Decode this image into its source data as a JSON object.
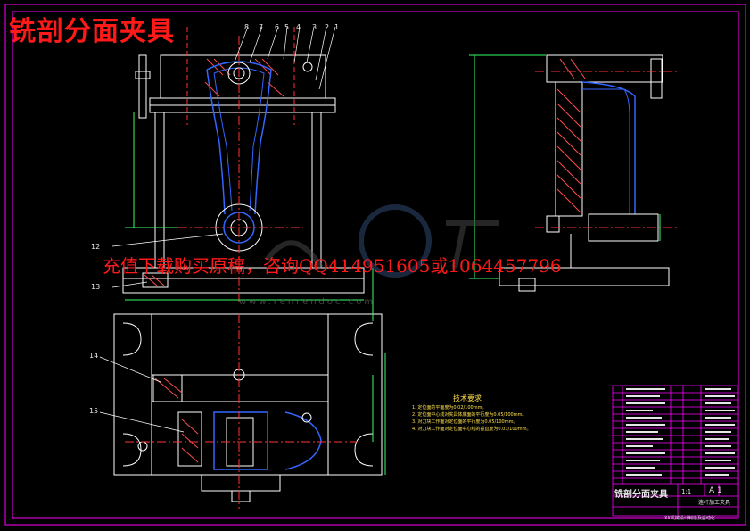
{
  "drawing": {
    "title": "铣剖分面夹具",
    "ad_text": "充值下载购买原稿，咨询QQ414951605或1064457796",
    "watermark": "www.renrendoc.com",
    "balloons_top": [
      "8",
      "7",
      "6",
      "5",
      "4",
      "3",
      "2",
      "1"
    ],
    "balloons_side": [
      "12",
      "13",
      "14",
      "15"
    ],
    "notes_title": "技术要求",
    "notes": [
      "1. 定位面的平面度为0.02/100mm。",
      "2. 定位面中心线对夹具体底面的平行度为0.05/100mm。",
      "3. 对刀块工作面对定位面的平行度为0.05/100mm。",
      "4. 对刀块工作面对定位面中心线的垂直度为0.03/100mm。"
    ],
    "title_block": {
      "name": "铣剖分面夹具",
      "scale": "1:1",
      "sheet": "A 1",
      "part": "连杆加工夹具",
      "school": "XX机械设计制造及自动化"
    }
  },
  "colors": {
    "frame": "#ff00ff",
    "part_line": "#3366ff",
    "white_line": "#ffffff",
    "hatch": "#ff4d4d",
    "centerline": "#ff3333",
    "dimension": "#33ff66",
    "text_red": "#ff1a1a",
    "notes_yellow": "#ffe14d"
  }
}
